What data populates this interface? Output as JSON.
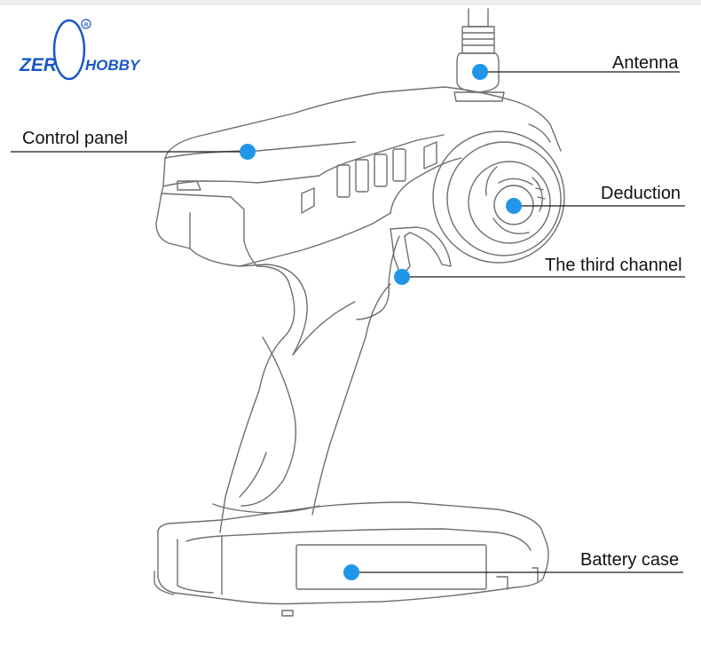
{
  "logo": {
    "text_left": "ZER",
    "text_right": "HOBBY",
    "color": "#1a57c9",
    "mark": "registered-mark"
  },
  "callouts": {
    "antenna": "Antenna",
    "control_panel": "Control panel",
    "deduction": "Deduction",
    "third_channel": "The third channel",
    "battery_case": "Battery case"
  },
  "colors": {
    "marker": "#2196e8",
    "line": "#1a1a1a",
    "outline": "#6f6f6f",
    "background": "#ffffff"
  }
}
